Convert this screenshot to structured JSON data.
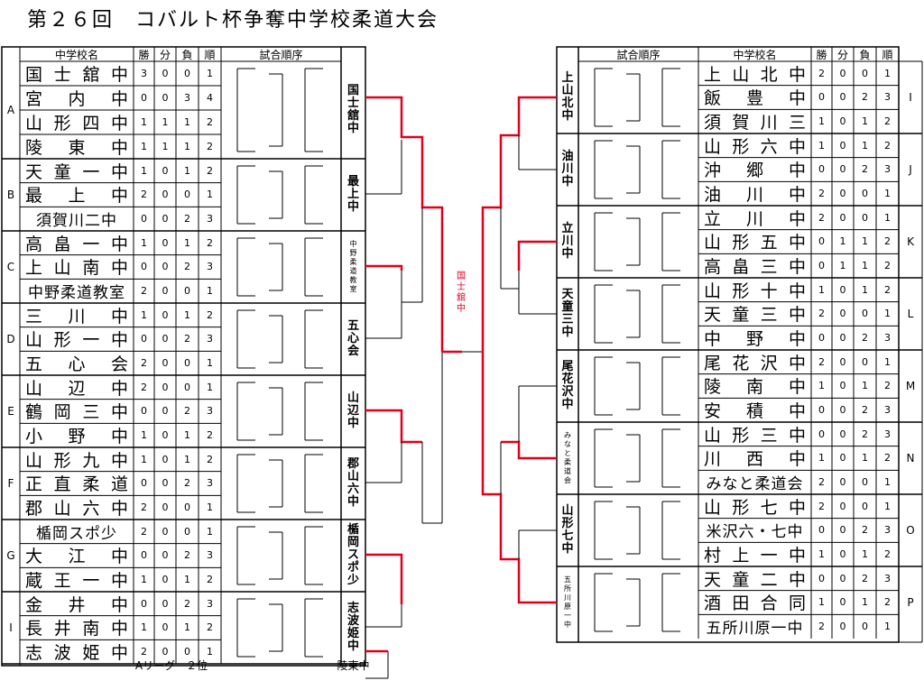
{
  "title": "第２６回　コバルト杯争奪中学校柔道大会",
  "headers": {
    "school": "中学校名",
    "win": "勝",
    "draw": "分",
    "loss": "負",
    "rank": "順",
    "order": "試合順序"
  },
  "left_groups": [
    {
      "label": "A",
      "winner": "国士舘中",
      "rows": [
        {
          "name": "国士舘中",
          "w": "3",
          "d": "0",
          "l": "0",
          "r": "1"
        },
        {
          "name": "宮内中",
          "w": "0",
          "d": "0",
          "l": "3",
          "r": "4"
        },
        {
          "name": "山形四中",
          "w": "1",
          "d": "1",
          "l": "1",
          "r": "2"
        },
        {
          "name": "陵東中",
          "w": "1",
          "d": "1",
          "l": "1",
          "r": "2"
        }
      ]
    },
    {
      "label": "B",
      "winner": "最上中",
      "rows": [
        {
          "name": "天童一中",
          "w": "1",
          "d": "0",
          "l": "1",
          "r": "2"
        },
        {
          "name": "最上中",
          "w": "2",
          "d": "0",
          "l": "0",
          "r": "1"
        },
        {
          "name": "須賀川二中",
          "w": "0",
          "d": "0",
          "l": "2",
          "r": "3"
        }
      ]
    },
    {
      "label": "C",
      "winner": "中野柔道教室",
      "rows": [
        {
          "name": "高畠一中",
          "w": "1",
          "d": "0",
          "l": "1",
          "r": "2"
        },
        {
          "name": "上山南中",
          "w": "0",
          "d": "0",
          "l": "2",
          "r": "3"
        },
        {
          "name": "中野柔道教室",
          "w": "2",
          "d": "0",
          "l": "0",
          "r": "1"
        }
      ]
    },
    {
      "label": "D",
      "winner": "五心会",
      "rows": [
        {
          "name": "三川中",
          "w": "1",
          "d": "0",
          "l": "1",
          "r": "2"
        },
        {
          "name": "山形一中",
          "w": "0",
          "d": "0",
          "l": "2",
          "r": "3"
        },
        {
          "name": "五心会",
          "w": "2",
          "d": "0",
          "l": "0",
          "r": "1"
        }
      ]
    },
    {
      "label": "E",
      "winner": "山辺中",
      "rows": [
        {
          "name": "山辺中",
          "w": "2",
          "d": "0",
          "l": "0",
          "r": "1"
        },
        {
          "name": "鶴岡三中",
          "w": "0",
          "d": "0",
          "l": "2",
          "r": "3"
        },
        {
          "name": "小野中",
          "w": "1",
          "d": "0",
          "l": "1",
          "r": "2"
        }
      ]
    },
    {
      "label": "F",
      "winner": "郡山六中",
      "rows": [
        {
          "name": "山形九中",
          "w": "1",
          "d": "0",
          "l": "1",
          "r": "2"
        },
        {
          "name": "正直柔道",
          "w": "0",
          "d": "0",
          "l": "2",
          "r": "3"
        },
        {
          "name": "郡山六中",
          "w": "2",
          "d": "0",
          "l": "0",
          "r": "1"
        }
      ]
    },
    {
      "label": "G",
      "winner": "楯岡スポ少",
      "rows": [
        {
          "name": "楯岡スポ少",
          "w": "2",
          "d": "0",
          "l": "0",
          "r": "1"
        },
        {
          "name": "大江中",
          "w": "0",
          "d": "0",
          "l": "2",
          "r": "3"
        },
        {
          "name": "蔵王一中",
          "w": "1",
          "d": "0",
          "l": "1",
          "r": "2"
        }
      ]
    },
    {
      "label": "I",
      "winner": "志波姫中",
      "rows": [
        {
          "name": "金井中",
          "w": "0",
          "d": "0",
          "l": "2",
          "r": "3"
        },
        {
          "name": "長井南中",
          "w": "1",
          "d": "0",
          "l": "1",
          "r": "2"
        },
        {
          "name": "志波姫中",
          "w": "2",
          "d": "0",
          "l": "0",
          "r": "1"
        }
      ]
    }
  ],
  "right_groups": [
    {
      "label": "I",
      "winner": "上山北中",
      "rows": [
        {
          "name": "上山北中",
          "w": "2",
          "d": "0",
          "l": "0",
          "r": "1"
        },
        {
          "name": "飯豊中",
          "w": "0",
          "d": "0",
          "l": "2",
          "r": "3"
        },
        {
          "name": "須賀川三",
          "w": "1",
          "d": "0",
          "l": "1",
          "r": "2"
        }
      ]
    },
    {
      "label": "J",
      "winner": "油川中",
      "rows": [
        {
          "name": "山形六中",
          "w": "1",
          "d": "0",
          "l": "1",
          "r": "2"
        },
        {
          "name": "沖郷中",
          "w": "0",
          "d": "0",
          "l": "2",
          "r": "3"
        },
        {
          "name": "油川中",
          "w": "2",
          "d": "0",
          "l": "0",
          "r": "1"
        }
      ]
    },
    {
      "label": "K",
      "winner": "立川中",
      "rows": [
        {
          "name": "立川中",
          "w": "2",
          "d": "0",
          "l": "0",
          "r": "1"
        },
        {
          "name": "山形五中",
          "w": "0",
          "d": "1",
          "l": "1",
          "r": "2"
        },
        {
          "name": "高畠三中",
          "w": "0",
          "d": "1",
          "l": "1",
          "r": "2"
        }
      ]
    },
    {
      "label": "L",
      "winner": "天童三中",
      "rows": [
        {
          "name": "山形十中",
          "w": "1",
          "d": "0",
          "l": "1",
          "r": "2"
        },
        {
          "name": "天童三中",
          "w": "2",
          "d": "0",
          "l": "0",
          "r": "1"
        },
        {
          "name": "中野中",
          "w": "0",
          "d": "0",
          "l": "2",
          "r": "3"
        }
      ]
    },
    {
      "label": "M",
      "winner": "尾花沢中",
      "rows": [
        {
          "name": "尾花沢中",
          "w": "2",
          "d": "0",
          "l": "0",
          "r": "1"
        },
        {
          "name": "陵南中",
          "w": "1",
          "d": "0",
          "l": "1",
          "r": "2"
        },
        {
          "name": "安積中",
          "w": "0",
          "d": "0",
          "l": "2",
          "r": "3"
        }
      ]
    },
    {
      "label": "N",
      "winner": "みなと柔道会",
      "rows": [
        {
          "name": "山形三中",
          "w": "0",
          "d": "0",
          "l": "2",
          "r": "3"
        },
        {
          "name": "川西中",
          "w": "1",
          "d": "0",
          "l": "1",
          "r": "2"
        },
        {
          "name": "みなと柔道会",
          "w": "2",
          "d": "0",
          "l": "0",
          "r": "1"
        }
      ]
    },
    {
      "label": "O",
      "winner": "山形七中",
      "rows": [
        {
          "name": "山形七中",
          "w": "2",
          "d": "0",
          "l": "0",
          "r": "1"
        },
        {
          "name": "米沢六・七中",
          "w": "0",
          "d": "0",
          "l": "2",
          "r": "3"
        },
        {
          "name": "村上一中",
          "w": "1",
          "d": "0",
          "l": "1",
          "r": "2"
        }
      ]
    },
    {
      "label": "P",
      "winner": "五所川原一中",
      "rows": [
        {
          "name": "天童二中",
          "w": "0",
          "d": "0",
          "l": "2",
          "r": "3"
        },
        {
          "name": "酒田合同",
          "w": "1",
          "d": "0",
          "l": "1",
          "r": "2"
        },
        {
          "name": "五所川原一中",
          "w": "2",
          "d": "0",
          "l": "0",
          "r": "1"
        }
      ]
    }
  ],
  "bottom": {
    "league": "Aリーグ　２位",
    "team": "陵東中"
  },
  "champion": "国士舘中",
  "colors": {
    "win_line": "#e0001b",
    "score": "#e0001b",
    "line": "#000000"
  }
}
